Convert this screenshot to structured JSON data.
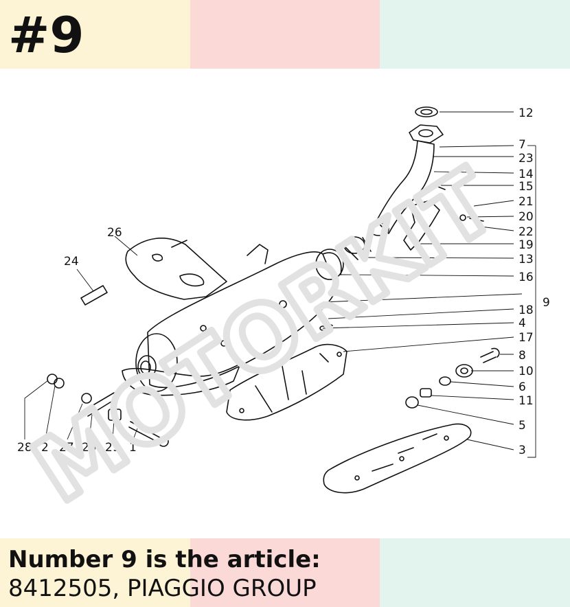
{
  "header": {
    "number_label": "#9"
  },
  "watermark": {
    "text": "MOTORKIT",
    "color": "#e2e2e2"
  },
  "palette": {
    "band_yellow": "#fdf4d6",
    "band_pink": "#fbd9d7",
    "band_mint": "#e3f3ee"
  },
  "diagram": {
    "callouts": [
      "12",
      "7",
      "23",
      "14",
      "15",
      "21",
      "20",
      "22",
      "19",
      "13",
      "16",
      "9",
      "18",
      "4",
      "17",
      "8",
      "10",
      "6",
      "11",
      "5",
      "3",
      "26",
      "24",
      "28",
      "2",
      "27",
      "25",
      "29",
      "1"
    ]
  },
  "footer": {
    "title": "Number 9 is the article:",
    "detail": "8412505, PIAGGIO GROUP"
  }
}
